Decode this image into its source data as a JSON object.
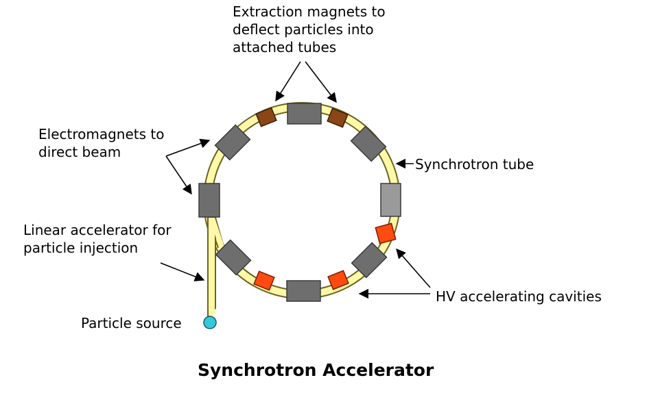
{
  "labels": {
    "extraction": [
      "Extraction magnets to",
      "deflect particles into",
      "attached tubes"
    ],
    "electromagnets": [
      "Electromagnets to",
      "direct beam"
    ],
    "synchrotron_tube": "Synchrotron tube",
    "linear_accelerator": [
      "Linear accelerator for",
      "particle injection"
    ],
    "particle_source": "Particle source",
    "hv_cavities": "HV accelerating cavities"
  },
  "title": "Synchrotron Accelerator",
  "colors": {
    "tube": "#fff8a8",
    "tube_outline": "#6b6420",
    "electromagnet": "#6e6e6e",
    "light_magnet": "#9a9a9a",
    "extraction_magnet": "#8a4616",
    "hv_cavity": "#ff4a10",
    "particle_source": "#35c8d8"
  }
}
